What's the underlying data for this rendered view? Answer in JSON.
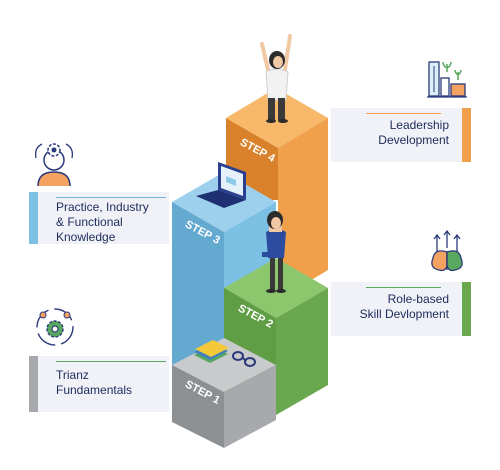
{
  "colors": {
    "step1": "#a7a9ac",
    "step2": "#6aa84f",
    "step3": "#6fb3da",
    "step4": "#f0a04b",
    "card_bg": "#f0f2f8",
    "text": "#1e2a5a"
  },
  "steps": [
    {
      "label": "STEP 1",
      "card_text": "Trianz\nFundamentals",
      "icon": "gear-cycle-icon"
    },
    {
      "label": "STEP 2",
      "card_text": "Role-based\nSkill Devlopment",
      "icon": "brain-growth-icon"
    },
    {
      "label": "STEP 3",
      "card_text": "Practice, Industry\n& Functional\nKnowledge",
      "icon": "person-gear-icon"
    },
    {
      "label": "STEP 4",
      "card_text": "Leadership\nDevelopment",
      "icon": "city-growth-icon"
    }
  ]
}
